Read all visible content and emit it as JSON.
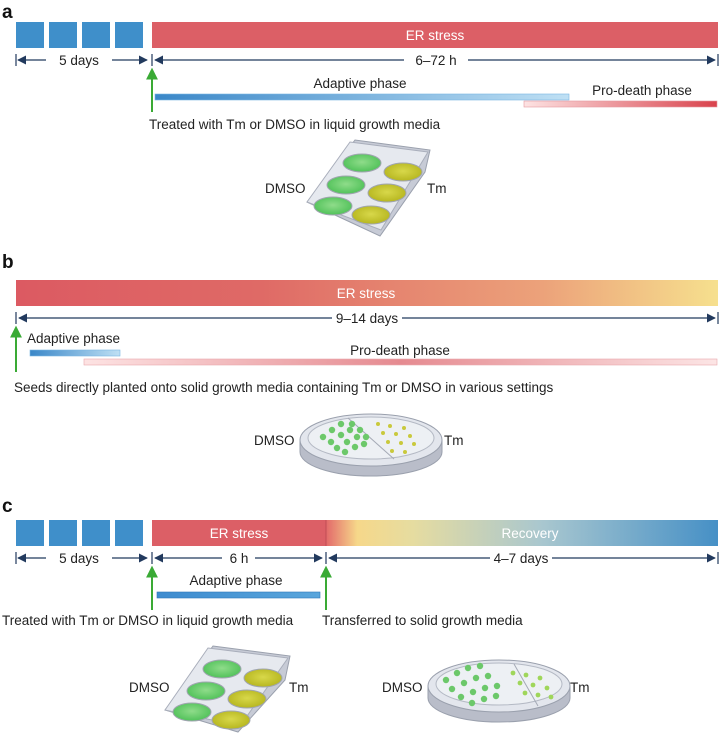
{
  "panels": {
    "a": {
      "letter": "a",
      "stress_label": "ER stress",
      "pre_duration": "5 days",
      "stress_duration": "6–72 h",
      "adaptive_label": "Adaptive phase",
      "prodeath_label": "Pro-death phase",
      "treatment_text": "Treated with Tm or DMSO in liquid growth media",
      "control_label": "DMSO",
      "treated_label": "Tm"
    },
    "b": {
      "letter": "b",
      "stress_label": "ER stress",
      "stress_duration": "9–14 days",
      "adaptive_label": "Adaptive phase",
      "prodeath_label": "Pro-death phase",
      "treatment_text": "Seeds directly planted onto solid growth media containing Tm or DMSO in various settings",
      "control_label": "DMSO",
      "treated_label": "Tm"
    },
    "c": {
      "letter": "c",
      "stress_label": "ER stress",
      "recovery_label": "Recovery",
      "pre_duration": "5 days",
      "stress_duration": "6 h",
      "recovery_duration": "4–7 days",
      "adaptive_label": "Adaptive phase",
      "treatment_text": "Treated with Tm or DMSO in liquid growth media",
      "transfer_text": "Transferred to solid growth media",
      "plate_control_label": "DMSO",
      "plate_treated_label": "Tm",
      "dish_control_label": "DMSO",
      "dish_treated_label": "Tm"
    }
  },
  "colors": {
    "pre_growth": "#3f8fca",
    "stress": "#dc5f66",
    "recovery": "#4b93c8",
    "adaptive": "#5a9fd6",
    "prodeath": "#e06670",
    "arrow_green": "#3aaa35",
    "axis_navy": "#223a5e"
  }
}
